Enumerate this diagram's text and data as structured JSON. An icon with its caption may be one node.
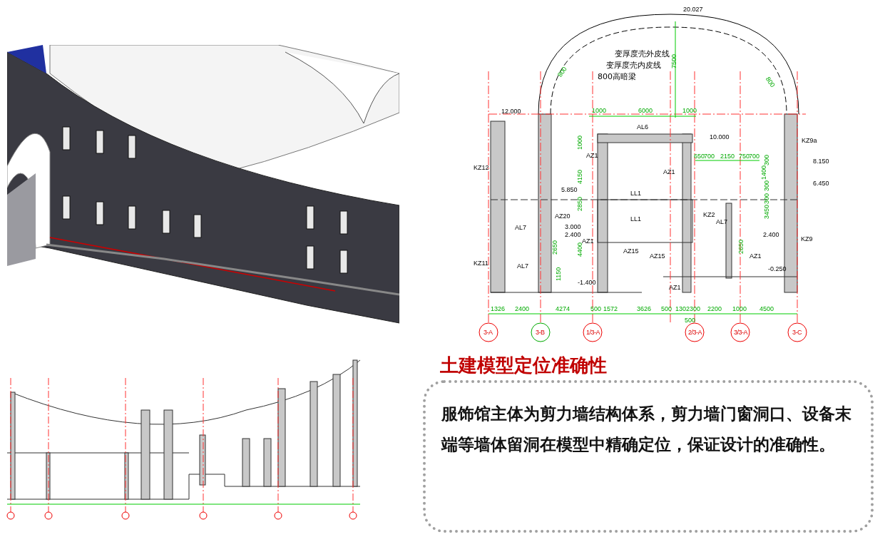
{
  "diagram": {
    "nodes": [
      {
        "text": [],
        "shape": "picture"
      },
      {
        "text": [],
        "shape": "picture"
      },
      {
        "text": [],
        "shape": "picture"
      },
      {
        "text": [
          "土建模型定位准确性",
          "服饰馆主体为剪力墙结构体系，剪力墙门窗洞口、设备末端等墙体留洞在模型中精确定位，保证设计的准确性。"
        ]
      }
    ],
    "labels": [
      "20.027",
      "变厚度壳外皮线",
      "变厚度壳内皮线",
      "800高暗梁",
      "7500",
      "800",
      "800",
      "12.000",
      "1000",
      "6000",
      "1000",
      "AL6",
      "10.000",
      "KZ9a",
      "1000",
      "AZ1",
      "650",
      "700",
      "2150",
      "750",
      "700",
      "300",
      "8.150",
      "KZ12",
      "4150",
      "AZ1",
      "1400",
      "6.450",
      "300",
      "300",
      "5.850",
      "LL1",
      "LL1",
      "AZ20",
      "2850",
      "KZ2",
      "AL7",
      "3450",
      "AL7",
      "3.000",
      "2.400",
      "2.400",
      "AZ1",
      "KZ9",
      "2650",
      "AZ15",
      "AZ15",
      "4400",
      "2650",
      "AZ1",
      "KZ11",
      "AL7",
      "-0.250",
      "1150",
      "-1.400",
      "AZ1",
      "1326",
      "2400",
      "4274",
      "500",
      "1572",
      "3626",
      "500",
      "1302",
      "300",
      "2200",
      "1000",
      "4500",
      "500",
      "3-A",
      "3-B",
      "1/3-A",
      "2/3-A",
      "3/3-A",
      "3-C"
    ]
  }
}
